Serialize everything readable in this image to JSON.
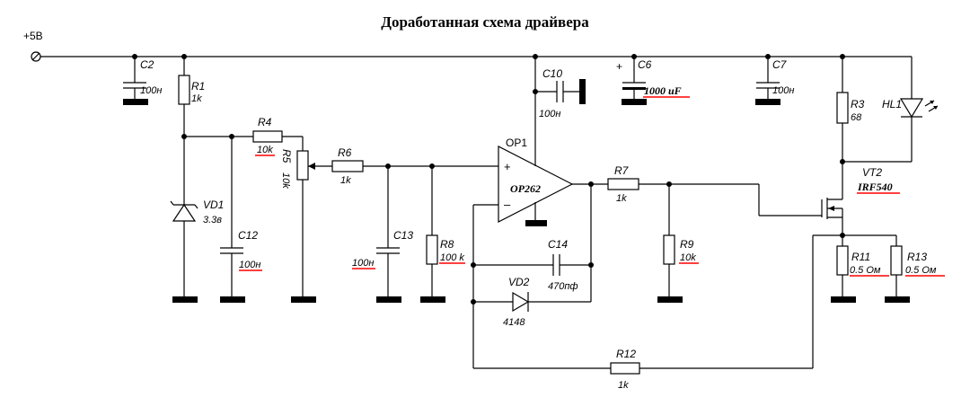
{
  "title": "Доработанная схема драйвера",
  "supply": {
    "label": "+5В"
  },
  "components": {
    "C2": {
      "ref": "C2",
      "value": "100н"
    },
    "R1": {
      "ref": "R1",
      "value": "1k"
    },
    "R4": {
      "ref": "R4",
      "value": "10k"
    },
    "R5": {
      "ref": "R5",
      "value": "10k"
    },
    "R6": {
      "ref": "R6",
      "value": "1k"
    },
    "VD1": {
      "ref": "VD1",
      "value": "3.3в"
    },
    "C12": {
      "ref": "C12",
      "value": "100н"
    },
    "C13": {
      "ref": "C13",
      "value": "100н"
    },
    "R8": {
      "ref": "R8",
      "value": "100 k"
    },
    "C10": {
      "ref": "C10",
      "value": "100н"
    },
    "OP1": {
      "ref": "OP1",
      "value": "OP262",
      "plus": "+",
      "minus": "–"
    },
    "C14": {
      "ref": "C14",
      "value": "470пф"
    },
    "VD2": {
      "ref": "VD2",
      "value": "4148"
    },
    "R7": {
      "ref": "R7",
      "value": "1k"
    },
    "R9": {
      "ref": "R9",
      "value": "10k"
    },
    "R12": {
      "ref": "R12",
      "value": "1k"
    },
    "C6": {
      "ref": "C6",
      "value": "1000 uF",
      "plus": "+"
    },
    "C7": {
      "ref": "C7",
      "value": "100н"
    },
    "R3": {
      "ref": "R3",
      "value": "68"
    },
    "HL1": {
      "ref": "HL1"
    },
    "VT2": {
      "ref": "VT2",
      "value": "IRF540"
    },
    "R11": {
      "ref": "R11",
      "value": "0.5 Ом"
    },
    "R13": {
      "ref": "R13",
      "value": "0.5 Ом"
    }
  },
  "colors": {
    "wire": "#000000",
    "underline": "#ff0000",
    "background": "#ffffff"
  }
}
